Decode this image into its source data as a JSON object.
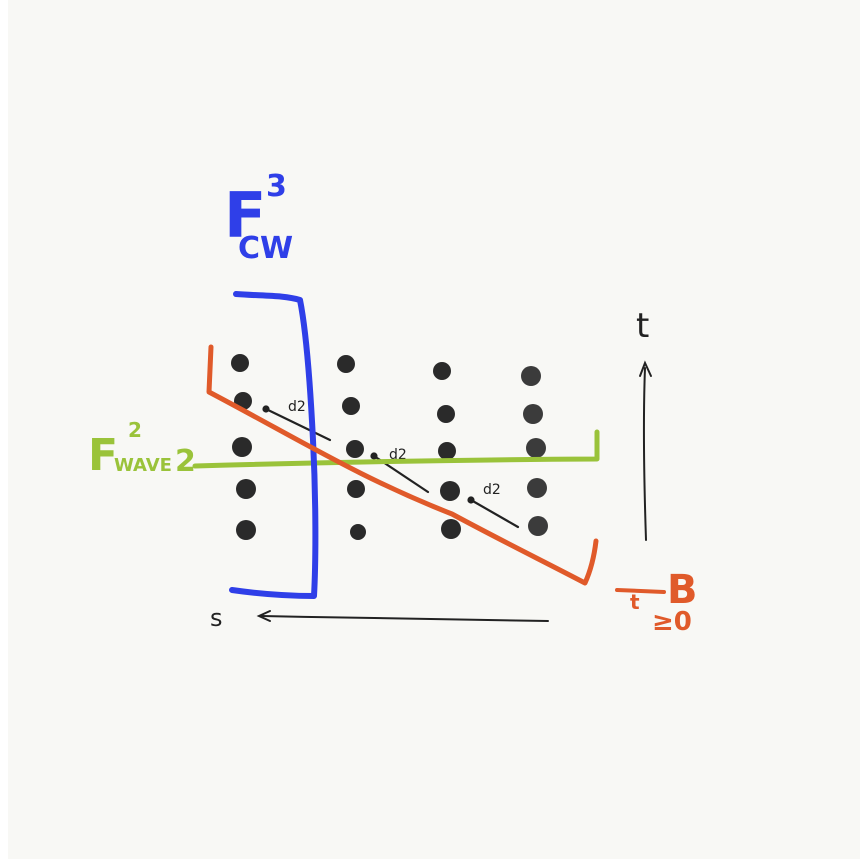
{
  "colors": {
    "background": "#f8f8f5",
    "frame": "#ffffff",
    "dots": "#2a2a2a",
    "blue": "#2f3fe8",
    "green": "#9ac33a",
    "orange": "#e05a2a",
    "ink": "#222222"
  },
  "labels": {
    "cw_base": "F",
    "cw_sup": "3",
    "cw_sub": "CW",
    "wave_base": "F",
    "wave_sup": "2",
    "wave_sub": "WAVE",
    "wave_suffix": "2",
    "b_main": "B",
    "b_sub": "t",
    "b_cond": "≥0",
    "t_axis": "t",
    "s_axis": "s",
    "d_label_1": "d2",
    "d_label_2": "d2",
    "d_label_3": "d2"
  },
  "dots": {
    "columns": [
      [
        {
          "t": 1.0,
          "s": 1
        },
        {
          "t": 0.9,
          "s": 1
        },
        {
          "t": 0.75,
          "s": 1
        },
        {
          "t": 0.6,
          "s": 1
        },
        {
          "t": 0.45,
          "s": 1
        }
      ],
      [
        {
          "t": 1.0,
          "s": 2
        },
        {
          "t": 0.9,
          "s": 2
        },
        {
          "t": 0.75,
          "s": 2
        },
        {
          "t": 0.6,
          "s": 2
        },
        {
          "t": 0.45,
          "s": 2
        }
      ],
      [
        {
          "t": 1.0,
          "s": 3
        },
        {
          "t": 0.9,
          "s": 3
        },
        {
          "t": 0.75,
          "s": 3
        },
        {
          "t": 0.6,
          "s": 3
        },
        {
          "t": 0.45,
          "s": 3
        }
      ],
      [
        {
          "t": 1.0,
          "s": 4
        },
        {
          "t": 0.9,
          "s": 4
        },
        {
          "t": 0.75,
          "s": 4
        },
        {
          "t": 0.6,
          "s": 4
        },
        {
          "t": 0.45,
          "s": 4
        }
      ]
    ]
  }
}
